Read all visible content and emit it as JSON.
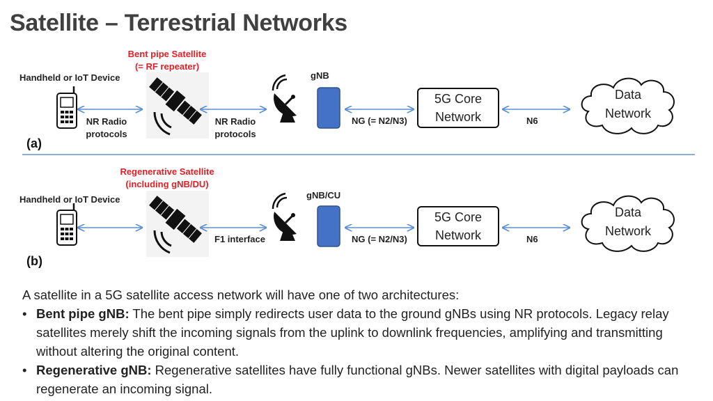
{
  "title": "Satellite – Terrestrial Networks",
  "diagram_a": {
    "device_label": "Handheld or IoT Device",
    "satellite_label_line1": "Bent pipe Satellite",
    "satellite_label_line2": "(= RF repeater)",
    "link1_label_line1": "NR Radio",
    "link1_label_line2": "protocols",
    "link2_label_line1": "NR Radio",
    "link2_label_line2": "protocols",
    "gnb_label": "gNB",
    "ng_label": "NG (= N2/N3)",
    "core_line1": "5G Core",
    "core_line2": "Network",
    "n6_label": "N6",
    "cloud_line1": "Data",
    "cloud_line2": "Network",
    "tag": "(a)"
  },
  "diagram_b": {
    "device_label": "Handheld or IoT Device",
    "satellite_label_line1": "Regenerative Satellite",
    "satellite_label_line2": "(including gNB/DU)",
    "link2_label": "F1 interface",
    "gnb_label": "gNB/CU",
    "ng_label": "NG (= N2/N3)",
    "core_line1": "5G Core",
    "core_line2": "Network",
    "n6_label": "N6",
    "cloud_line1": "Data",
    "cloud_line2": "Network",
    "tag": "(b)"
  },
  "body": {
    "intro": "A satellite in a 5G satellite access network will have one of two architectures:",
    "bullets": [
      {
        "term": "Bent pipe gNB:",
        "text": " The bent pipe simply redirects user data to the ground gNBs using NR protocols. Legacy relay satellites merely shift the incoming signals from the uplink to downlink frequencies, amplifying and transmitting without altering the original content."
      },
      {
        "term": "Regenerative gNB:",
        "text": " Regenerative satellites have fully functional gNBs. Newer satellites with digital payloads can regenerate an incoming signal."
      }
    ]
  },
  "colors": {
    "arrow": "#5b8fd0",
    "label_red": "#e31e24",
    "gnb_fill": "#4472c4",
    "divider": "#4a7ebb"
  }
}
